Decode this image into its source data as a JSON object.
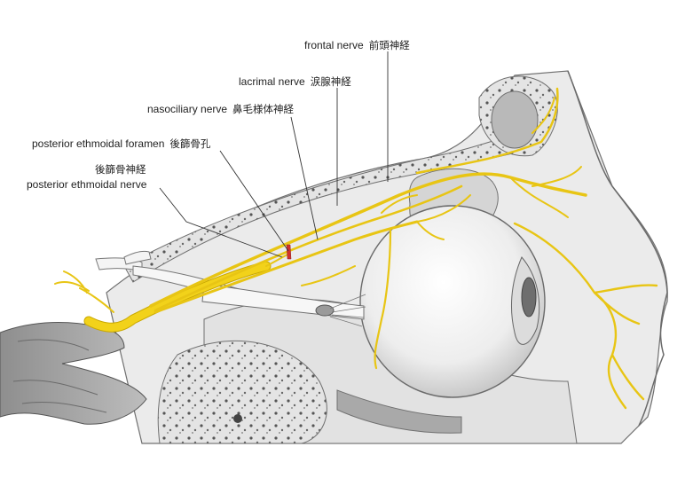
{
  "labels": {
    "frontal_nerve": {
      "en": "frontal nerve",
      "ja": "前頭神経"
    },
    "lacrimal_nerve": {
      "en": "lacrimal nerve",
      "ja": "涙腺神経"
    },
    "nasociliary_nerve": {
      "en": "nasociliary nerve",
      "ja": "鼻毛様体神経"
    },
    "posterior_ethmoidal_foramen": {
      "en": "posterior ethmoidal foramen",
      "ja": "後篩骨孔"
    },
    "posterior_ethmoidal_nerve": {
      "en": "posterior ethmoidal nerve",
      "ja": "後篩骨神経"
    }
  },
  "colors": {
    "nerve": "#f2d21a",
    "nerve_outline": "#c9a800",
    "bone": "#e9e9e9",
    "bone_outline": "#6f6f6f",
    "dark_tissue": "#9a9a9a",
    "eyeball": "#f3f3f3",
    "foramen_marker": "#d0312d",
    "leader": "#333333"
  }
}
